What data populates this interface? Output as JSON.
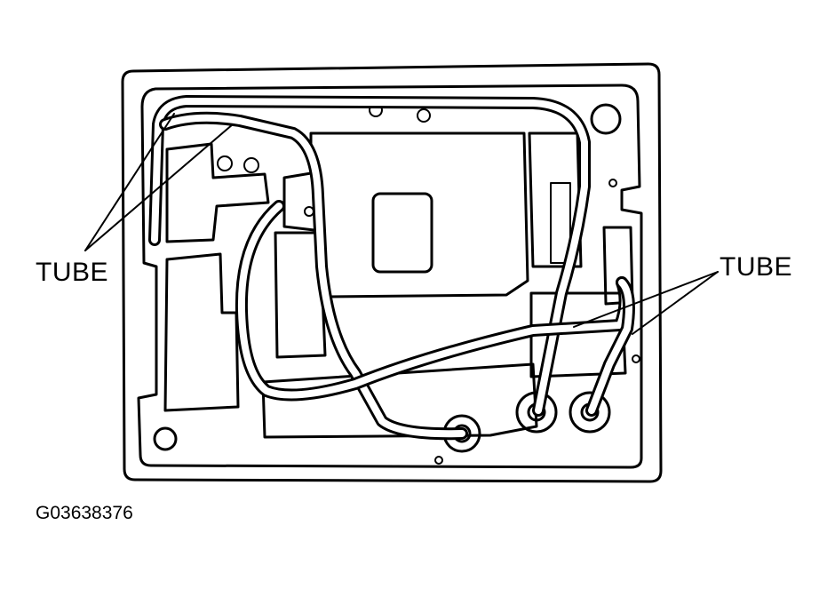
{
  "labels": {
    "tube_left": "TUBE",
    "tube_right": "TUBE"
  },
  "figure_id": "G03638376"
}
